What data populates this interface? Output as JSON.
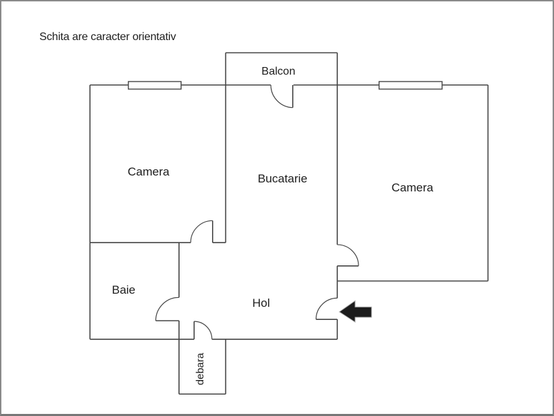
{
  "title": "Schita are caracter orientativ",
  "rooms": {
    "balcon": {
      "label": "Balcon"
    },
    "camera_left": {
      "label": "Camera"
    },
    "bucatarie": {
      "label": "Bucatarie"
    },
    "camera_right": {
      "label": "Camera"
    },
    "baie": {
      "label": "Baie"
    },
    "hol": {
      "label": "Hol"
    },
    "debara": {
      "label": "debara"
    }
  },
  "icons": {
    "entrance_arrow": "left-arrow"
  },
  "colors": {
    "bg": "#ffffff",
    "wall": "#444444",
    "text": "#1d1d1d",
    "frame": "#8a8a8a",
    "arrow": "#1c1c1c"
  }
}
